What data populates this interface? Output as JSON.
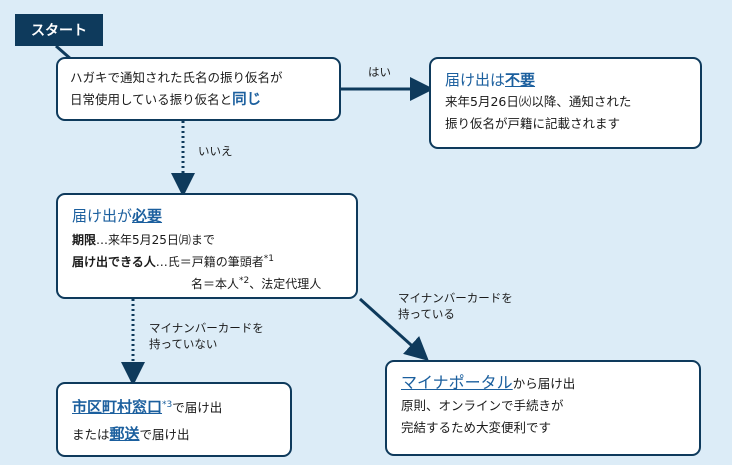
{
  "start": {
    "label": "スタート"
  },
  "box1": {
    "line1": "ハガキで通知された氏名の振り仮名が",
    "line2_pre": "日常使用している振り仮名と",
    "line2_em": "同じ"
  },
  "yes_label": "はい",
  "box2": {
    "title_pre": "届け出は",
    "title_em": "不要",
    "line1": "来年5月26日㈫以降、通知された",
    "line2": "振り仮名が戸籍に記載されます"
  },
  "no_label": "いいえ",
  "box3": {
    "title_pre": "届け出が",
    "title_em": "必要",
    "deadline_label": "期限",
    "deadline_text": "…来年5月25日㈪まで",
    "who_label": "届け出できる人",
    "who_text": "…氏＝戸籍の筆頭者",
    "who_note": "*1",
    "who2_text": "名＝本人",
    "who2_note": "*2",
    "who2_rest": "、法定代理人"
  },
  "no_card_label": {
    "line1": "マイナンバーカードを",
    "line2": "持っていない"
  },
  "has_card_label": {
    "line1": "マイナンバーカードを",
    "line2": "持っている"
  },
  "box4": {
    "title_em": "市区町村窓口",
    "title_note": "*3",
    "title_post": "で届け出",
    "line2_pre": "または",
    "line2_em": "郵送",
    "line2_post": "で届け出"
  },
  "box5": {
    "title_em": "マイナポータル",
    "title_post": "から届け出",
    "line1": "原則、オンラインで手続きが",
    "line2": "完結するため大変便利です"
  }
}
